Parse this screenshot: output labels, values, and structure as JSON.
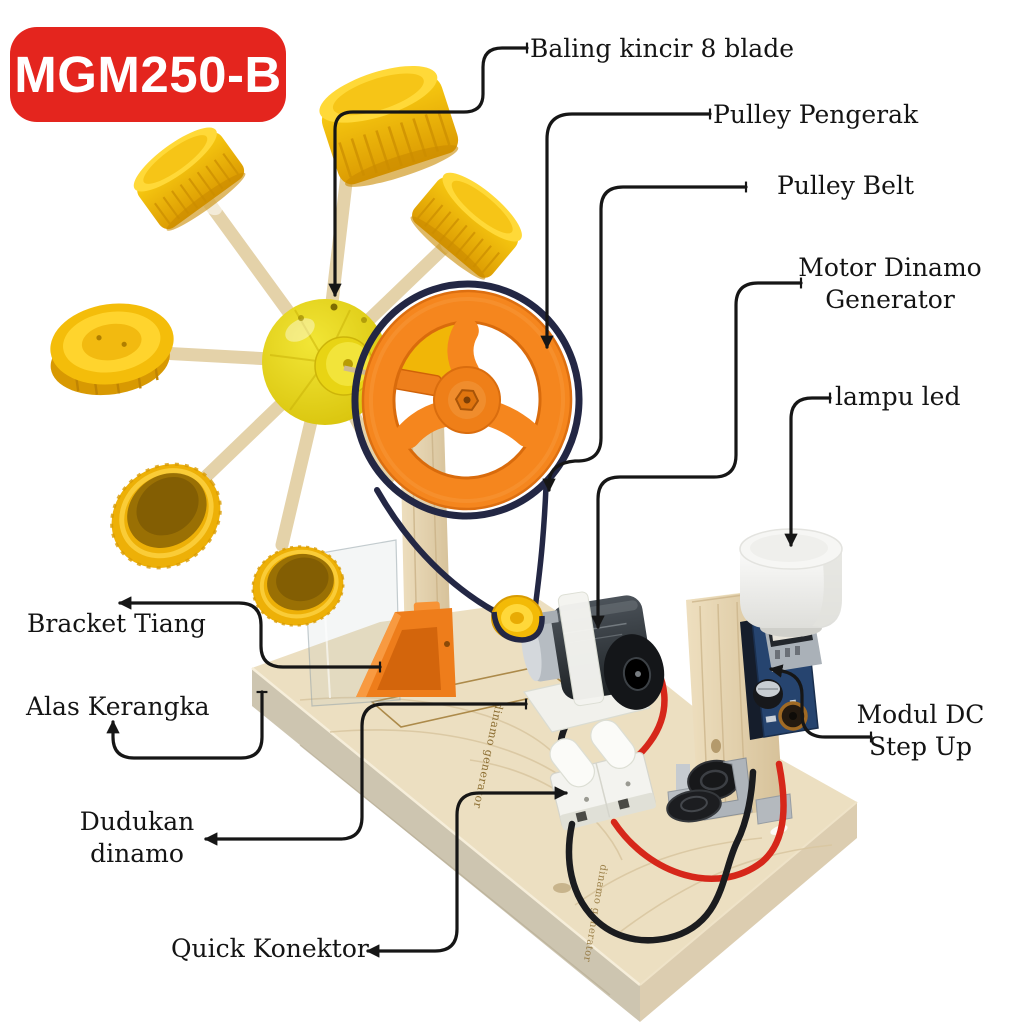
{
  "badge": {
    "model": "MGM250-B"
  },
  "labels": {
    "blade": "Baling kincir 8 blade",
    "pulley_drive": "Pulley Pengerak",
    "pulley_belt": "Pulley Belt",
    "motor_line1": "Motor Dinamo",
    "motor_line2": "Generator",
    "led": "lampu led",
    "module_line1": "Modul DC",
    "module_line2": "Step Up",
    "bracket": "Bracket Tiang",
    "base": "Alas Kerangka",
    "mount_line1": "Dudukan",
    "mount_line2": "dinamo",
    "connector": "Quick Konektor"
  },
  "engraving": "dinamo generator",
  "colors": {
    "badge_red": "#e4251e",
    "cap_yellow": "#f6c00a",
    "wheel_orange": "#f5861e",
    "belt_navy": "#232744",
    "wood_light": "#ead9b9",
    "pcb_blue": "#26446f",
    "wire_red": "#d6271a",
    "wire_black": "#1b1c1f",
    "annotation_black": "#161616"
  }
}
